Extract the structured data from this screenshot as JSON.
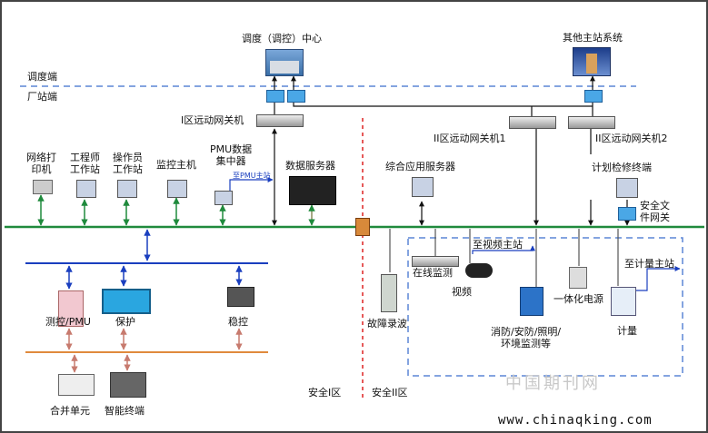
{
  "nodes": {
    "dispatch_center": "调度（调控）中心",
    "other_master": "其他主站系统",
    "gateway1": "I区远动网关机",
    "gateway2_1": "II区远动网关机1",
    "gateway2_2": "II区远动网关机2",
    "network_printer": "网络打\n印机",
    "eng_station": "工程师\n工作站",
    "op_station": "操作员\n工作站",
    "monitor_host": "监控主机",
    "pmu_concentrator": "PMU数据\n集中器",
    "to_pmu_master": "至PMU主站",
    "data_server": "数据服务器",
    "integrated_app_server": "综合应用服务器",
    "planned_maintenance": "计划检修终端",
    "security_gateway": "安全文\n件网关",
    "online_monitoring": "在线监测",
    "to_video_master": "至视频主站",
    "video": "视频",
    "integrated_power": "一体化电源",
    "to_metering_master": "至计量主站",
    "metering": "计量",
    "fire_security": "消防/安防/照明/\n环境监测等",
    "fault_recorder": "故障录波",
    "measure_pmu": "测控/PMU",
    "protection": "保护",
    "stability_control": "稳控",
    "merging_unit": "合并单元",
    "smart_terminal": "智能终端"
  },
  "zones": {
    "dispatch_side": "调度端",
    "plant_side": "厂站端",
    "safety_zone_1": "安全I区",
    "safety_zone_2": "安全II区"
  },
  "watermark": {
    "cn": "中国期刊网",
    "url": "www.chinaqking.com"
  }
}
